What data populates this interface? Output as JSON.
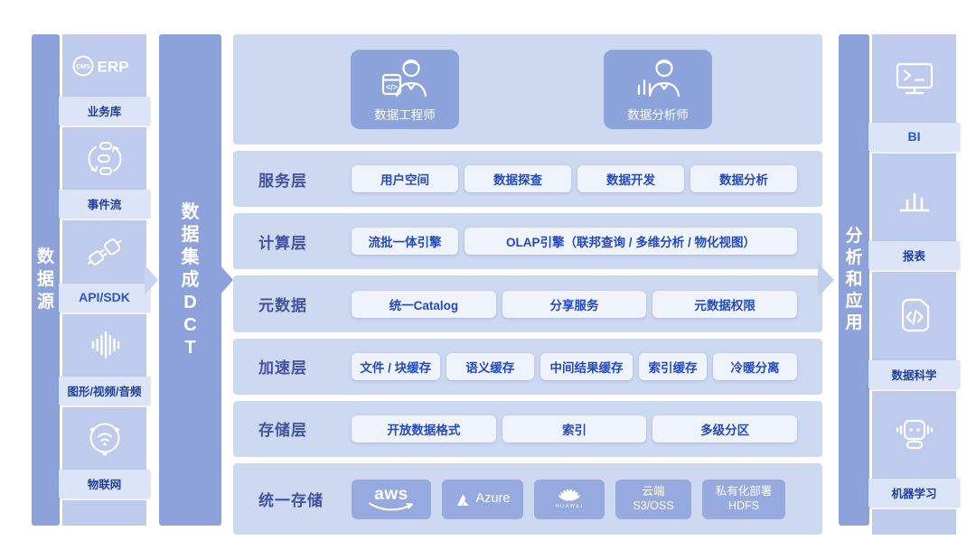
{
  "colors": {
    "bar": "#8DA2DB",
    "tile": "#BECBED",
    "strip": "#DCE5F8",
    "band": "#CDD8F1",
    "chip_bg": "#EEF3FC",
    "chip_text": "#2449C5",
    "row_label": "#43539E",
    "col_label": "#203EA0",
    "accent": "#2A55D2",
    "dark_chip": "#97AAE0",
    "persona": "#8DA3DC"
  },
  "bars": {
    "sources": {
      "label": "数据源"
    },
    "integration": {
      "label": "数据集成DCT"
    },
    "analysis": {
      "label": "分析和应用"
    }
  },
  "source_column": {
    "groups": [
      {
        "icon": "erp-icon",
        "icon_text": "CMS",
        "icon_label": "ERP",
        "label": "业务库"
      },
      {
        "icon": "event-stream-icon",
        "label": "事件流"
      },
      {
        "icon": "plug-icon",
        "label": "API/SDK",
        "accent": true
      },
      {
        "icon": "media-wave-icon",
        "label": "图形/视频/音频"
      },
      {
        "icon": "iot-icon",
        "label": "物联网"
      }
    ]
  },
  "main": {
    "personas": [
      {
        "icon": "data-engineer-icon",
        "label": "数据工程师"
      },
      {
        "icon": "data-analyst-icon",
        "label": "数据分析师"
      }
    ],
    "rows": [
      {
        "label": "服务层",
        "chips": [
          "用户空间",
          "数据探查",
          "数据开发",
          "数据分析"
        ]
      },
      {
        "label": "计算层",
        "chips": [
          "流批一体引擎",
          "OLAP引擎（联邦查询 / 多维分析 / 物化视图）"
        ]
      },
      {
        "label": "元数据",
        "chips": [
          "统一Catalog",
          "分享服务",
          "元数据权限"
        ]
      },
      {
        "label": "加速层",
        "chips": [
          "文件 / 块缓存",
          "语义缓存",
          "中间结果缓存",
          "索引缓存",
          "冷暖分离"
        ]
      },
      {
        "label": "存储层",
        "chips": [
          "开放数据格式",
          "索引",
          "多级分区"
        ]
      }
    ],
    "storage_row": {
      "label": "统一存储",
      "chips": [
        {
          "type": "aws",
          "text": "aws"
        },
        {
          "type": "azure",
          "text": "Azure"
        },
        {
          "type": "huawei",
          "text": "HUAWEI"
        },
        {
          "type": "text",
          "lines": [
            "云端",
            "S3/OSS"
          ]
        },
        {
          "type": "text",
          "lines": [
            "私有化部署",
            "HDFS"
          ]
        }
      ]
    }
  },
  "app_column": {
    "groups": [
      {
        "icon": "bi-terminal-icon",
        "label": "BI",
        "accent": true
      },
      {
        "icon": "report-chart-icon",
        "label": "报表"
      },
      {
        "icon": "data-science-icon",
        "label": "数据科学"
      },
      {
        "icon": "ml-robot-icon",
        "label": "机器学习"
      }
    ]
  }
}
